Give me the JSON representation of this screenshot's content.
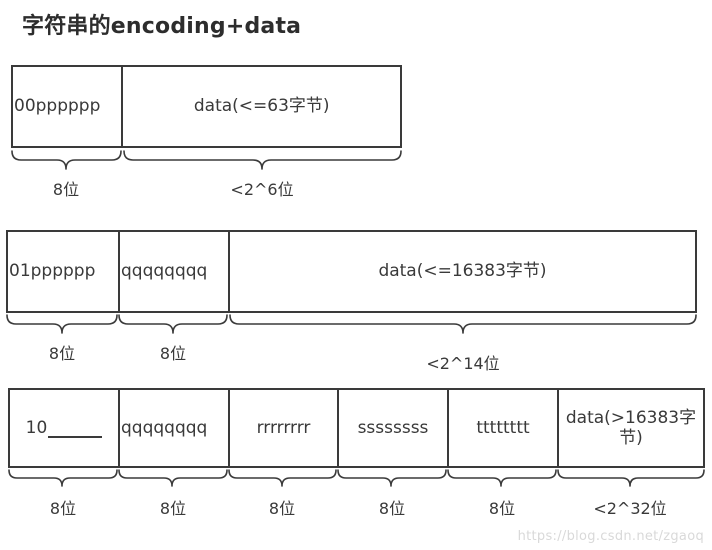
{
  "title": "字符串的encoding+data",
  "watermark": "https://blog.csdn.net/zgaoq",
  "colors": {
    "stroke": "#3a3a3a",
    "text": "#3a3a3a",
    "title": "#2d2d2d",
    "background": "#ffffff",
    "watermark": "#d9d9d9"
  },
  "rows": [
    {
      "id": "row-6bit",
      "cells": [
        {
          "label": "00pppppp",
          "bits_label": "8位"
        },
        {
          "label": "data(<=63字节)",
          "bits_label": "<2^6位"
        }
      ]
    },
    {
      "id": "row-14bit",
      "cells": [
        {
          "label": "01pppppp",
          "bits_label": "8位"
        },
        {
          "label": "qqqqqqqq",
          "bits_label": "8位"
        },
        {
          "label": "data(<=16383字节)",
          "bits_label": "<2^14位"
        }
      ]
    },
    {
      "id": "row-32bit",
      "cells": [
        {
          "label": "10",
          "blank": true,
          "bits_label": "8位"
        },
        {
          "label": "qqqqqqqq",
          "bits_label": "8位"
        },
        {
          "label": "rrrrrrrr",
          "bits_label": "8位"
        },
        {
          "label": "ssssssss",
          "bits_label": "8位"
        },
        {
          "label": "tttttttt",
          "bits_label": "8位"
        },
        {
          "label": "data(>16383字节)",
          "bits_label": "<2^32位"
        }
      ]
    }
  ]
}
